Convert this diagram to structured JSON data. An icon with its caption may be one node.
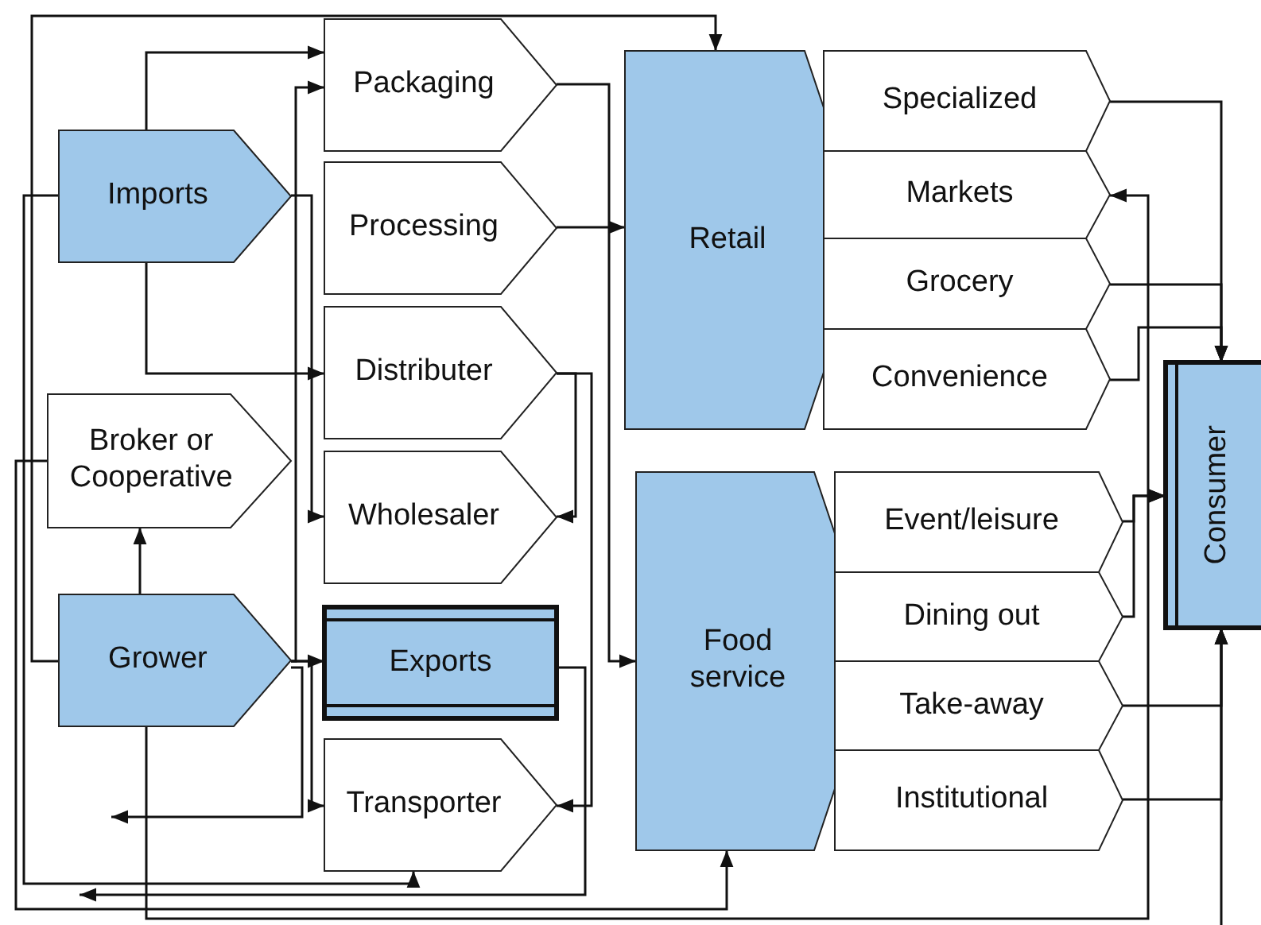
{
  "diagram": {
    "nodes": [
      {
        "text": [
          "Imports"
        ]
      },
      {
        "text": [
          "Broker or Cooperative"
        ]
      },
      {
        "text": [
          "Grower"
        ]
      },
      {
        "text": [
          "Packaging"
        ]
      },
      {
        "text": [
          "Processing"
        ]
      },
      {
        "text": [
          "Distributer"
        ]
      },
      {
        "text": [
          "Wholesaler"
        ]
      },
      {
        "text": [
          "Exports"
        ]
      },
      {
        "text": [
          "Transporter"
        ]
      },
      {
        "text": [
          "Retail"
        ]
      },
      {
        "text": [
          "Food service"
        ]
      },
      {
        "text": [
          "Specialized"
        ]
      },
      {
        "text": [
          "Markets"
        ]
      },
      {
        "text": [
          "Grocery"
        ]
      },
      {
        "text": [
          "Convenience"
        ]
      },
      {
        "text": [
          "Event/leisure"
        ]
      },
      {
        "text": [
          "Dining out"
        ]
      },
      {
        "text": [
          "Take-away"
        ]
      },
      {
        "text": [
          "Institutional"
        ]
      },
      {
        "text": [
          "Consumer"
        ]
      }
    ],
    "edges": [
      {
        "from": 0,
        "to": 3,
        "arrow": "to"
      },
      {
        "from": 0,
        "to": 5,
        "arrow": "to"
      },
      {
        "from": 0,
        "to": 6,
        "arrow": "to"
      },
      {
        "from": 2,
        "to": 3,
        "arrow": "to"
      },
      {
        "from": 2,
        "to": 7,
        "arrow": "to"
      },
      {
        "from": 2,
        "to": 8,
        "arrow": "to"
      },
      {
        "from": 2,
        "to": 1,
        "arrow": "to"
      },
      {
        "from": 1,
        "to": 10,
        "arrow": "to"
      },
      {
        "from": 2,
        "to": 9,
        "arrow": "to"
      },
      {
        "from": 0,
        "to": 8,
        "arrow": "to"
      },
      {
        "from": 3,
        "to": 10,
        "arrow": "to"
      },
      {
        "from": 4,
        "to": 9,
        "arrow": "to"
      },
      {
        "from": 5,
        "to": 6,
        "arrow": "to"
      },
      {
        "from": 7,
        "to": null,
        "arrow": "to"
      },
      {
        "from": 2,
        "to": null,
        "arrow": "to"
      },
      {
        "from": 5,
        "to": 8,
        "arrow": "to"
      },
      {
        "from": 11,
        "to": 19,
        "arrow": "to"
      },
      {
        "from": 13,
        "to": 19,
        "arrow": "to"
      },
      {
        "from": 14,
        "to": 19,
        "arrow": "to"
      },
      {
        "from": 2,
        "to": 12,
        "arrow": "to"
      },
      {
        "from": 15,
        "to": 19,
        "arrow": "to"
      },
      {
        "from": 16,
        "to": 19,
        "arrow": "to"
      },
      {
        "from": 17,
        "to": 19,
        "arrow": "to"
      },
      {
        "from": 18,
        "to": 19,
        "arrow": "to"
      },
      {
        "from": null,
        "to": 19,
        "arrow": "to"
      }
    ]
  }
}
